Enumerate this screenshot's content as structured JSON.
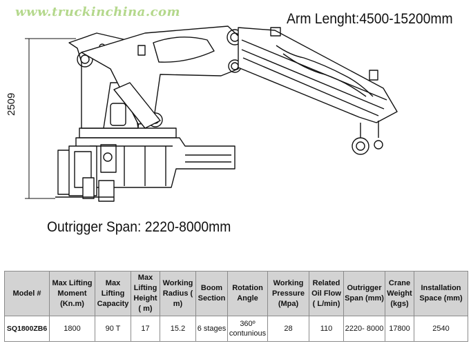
{
  "watermark": "www.truckinchina.com",
  "drawing": {
    "arm_length_label": "Arm Lenght:4500-15200mm",
    "outrigger_span_label": "Outrigger Span: 2220-8000mm",
    "height_label": "2509"
  },
  "table": {
    "headers": [
      "Model #",
      "Max Lifting Moment (Kn.m)",
      "Max Lifting Capacity",
      "Max Lifting Height ( m)",
      "Working Radius ( m)",
      "Boom Section",
      "Rotation Angle",
      "Working Pressure (Mpa)",
      "Related Oil Flow ( L/min)",
      "Outrigger Span (mm)",
      "Crane Weight (kgs)",
      "Installation Space (mm)"
    ],
    "rows": [
      [
        "SQ1800ZB6",
        "1800",
        "90 T",
        "17",
        "15.2",
        "6 stages",
        "360º contunious",
        "28",
        "110",
        "2220- 8000",
        "17800",
        "2540"
      ]
    ]
  }
}
